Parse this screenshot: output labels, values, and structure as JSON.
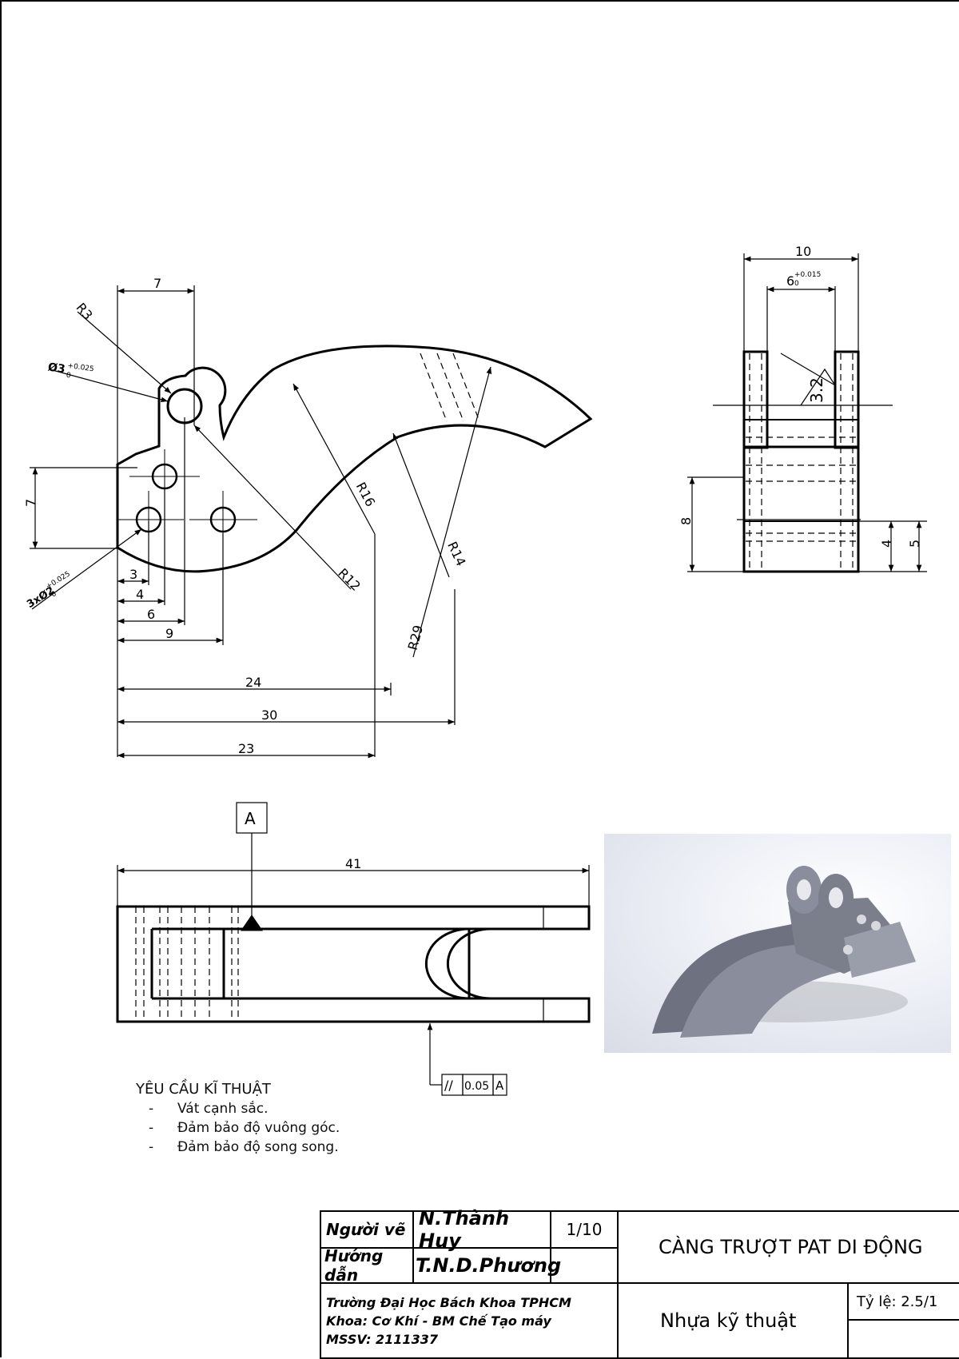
{
  "drawing": {
    "front_view_dims": {
      "d7_top": "7",
      "r3": "R3",
      "hole_top": "Ø3",
      "hole_top_tol": "+0.025",
      "hole_top_tol_low": "0",
      "d7_left": "7",
      "holes3": "3xØ2",
      "holes3_tol": "+0.025",
      "holes3_tol_low": "0",
      "d3": "3",
      "d4": "4",
      "d6": "6",
      "d9": "9",
      "d24": "24",
      "d30": "30",
      "d23": "23",
      "r16": "R16",
      "r12": "R12",
      "r14": "R14",
      "r29": "R29"
    },
    "side_view_dims": {
      "d10": "10",
      "d6": "6",
      "d6_tol_up": "+0.015",
      "d6_tol_low": "0",
      "roughness": "3.2",
      "d8": "8",
      "d4": "4",
      "d5": "5"
    },
    "top_view": {
      "d41": "41",
      "datum": "A",
      "tol_symbol": "//",
      "tol_value": "0.05",
      "tol_datum": "A"
    }
  },
  "requirements": {
    "title": "YÊU CẦU KĨ THUẬT",
    "items": [
      "Vát cạnh sắc.",
      "Đảm bảo độ vuông góc.",
      "Đảm bảo độ song song."
    ]
  },
  "title_block": {
    "drawn_label": "Người vẽ",
    "drawn_name": "N.Thành Huy",
    "sheet": "1/10",
    "guide_label": "Hướng dẫn",
    "guide_name": "T.N.D.Phương",
    "title": "CÀNG TRƯỢT PAT DI ĐỘNG",
    "school_line1": "Trường Đại Học Bách Khoa TPHCM",
    "school_line2": "Khoa: Cơ Khí - BM Chế Tạo máy",
    "school_line3": "MSSV: 2111337",
    "material": "Nhựa kỹ thuật",
    "scale": "Tỷ lệ: 2.5/1"
  }
}
